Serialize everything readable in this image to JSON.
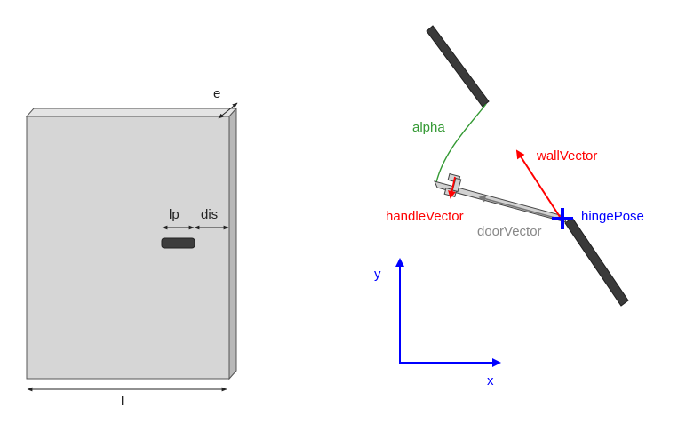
{
  "door_diagram": {
    "labels": {
      "thickness": "e",
      "handle_length": "lp",
      "handle_distance": "dis",
      "door_width": "l"
    }
  },
  "kinematics_diagram": {
    "labels": {
      "angle": "alpha",
      "wall_vector": "wallVector",
      "handle_vector": "handleVector",
      "door_vector": "doorVector",
      "hinge_pose": "hingePose",
      "axis_x": "x",
      "axis_y": "y"
    },
    "colors": {
      "wall_vector": "#ff0000",
      "handle_vector": "#ff0000",
      "hinge_pose": "#0000ff",
      "axes": "#0000ff",
      "angle": "#339933",
      "door_vector": "#888888",
      "wall": "#3a3a3a"
    }
  }
}
